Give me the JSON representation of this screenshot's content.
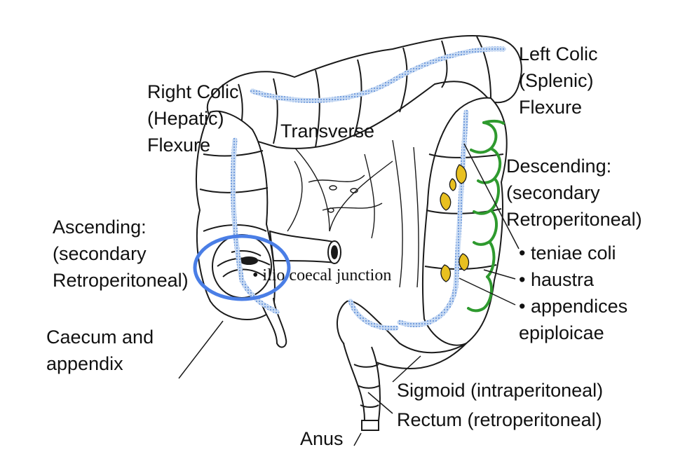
{
  "labels": {
    "right_colic": [
      "Right Colic",
      "(Hepatic)",
      "Flexure"
    ],
    "transverse": "Transverse",
    "left_colic": [
      "Left Colic",
      "(Splenic)",
      "Flexure"
    ],
    "descending": [
      "Descending:",
      "(secondary",
      "Retroperitoneal)"
    ],
    "ascending": [
      "Ascending:",
      "(secondary",
      "Retroperitoneal)"
    ],
    "ileocaecal": "ilio coecal junction",
    "features": [
      "teniae coli",
      "haustra",
      "appendices"
    ],
    "features_cont": "epiploicae",
    "caecum": [
      "Caecum and",
      "appendix"
    ],
    "sigmoid": "Sigmoid (intraperitoneal)",
    "rectum": "Rectum (retroperitoneal)",
    "anus": "Anus"
  },
  "colors": {
    "outline": "#1a1a1a",
    "teniae_band": "#8fb4e6",
    "highlight_ring": "#4a7ee6",
    "mesentery_marks": "#2e9a2e",
    "appendices_epiploicae": "#e8c020"
  }
}
